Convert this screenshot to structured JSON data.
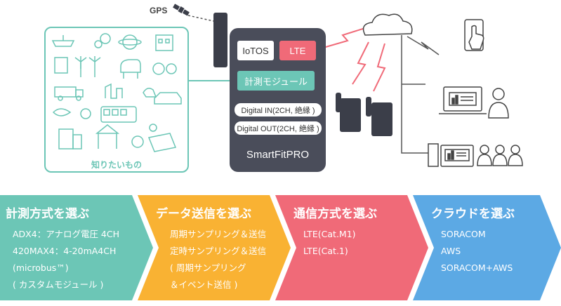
{
  "diagram": {
    "gps_label": "GPS",
    "know_label": "知りたいもの",
    "device": {
      "name": "SmartFitPRO",
      "iotos": "IoTOS",
      "lte": "LTE",
      "measurement_module": "計測モジュール",
      "digital_in": "Digital IN(2CH, 絶縁 )",
      "digital_out": "Digital OUT(2CH, 絶縁 )"
    },
    "colors": {
      "teal": "#6cc6b6",
      "orange": "#f9b233",
      "pink": "#f06a78",
      "blue": "#5ca9e4",
      "device": "#4a4d5a"
    }
  },
  "steps": [
    {
      "title": "計測方式を選ぶ",
      "items": [
        "ADX4：アナログ電圧 4CH",
        "420MAX4：4-20mA4CH",
        "(microbus™)",
        "( カスタムモジュール )"
      ]
    },
    {
      "title": "データ送信を選ぶ",
      "items": [
        "周期サンプリング＆送信",
        "定時サンプリング＆送信",
        "( 周期サンプリング",
        "＆イベント送信 )"
      ]
    },
    {
      "title": "通信方式を選ぶ",
      "items": [
        "LTE(Cat.M1)",
        "LTE(Cat.1)"
      ]
    },
    {
      "title": "クラウドを選ぶ",
      "items": [
        "SORACOM",
        "AWS",
        "SORACOM+AWS"
      ]
    }
  ]
}
